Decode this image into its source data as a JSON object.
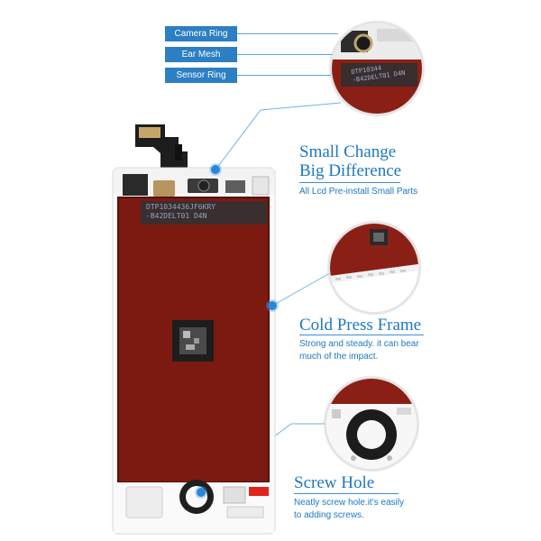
{
  "tags": [
    "Camera Ring",
    "Ear Mesh",
    "Sensor Ring"
  ],
  "features": [
    {
      "title_line1": "Small Change",
      "title_line2": "Big Difference",
      "desc": "All Lcd Pre-install Small Parts"
    },
    {
      "title": "Cold Press Frame",
      "desc_line1": "Strong and steady. it can bear",
      "desc_line2": "much of the impact."
    },
    {
      "title": "Screw Hole",
      "desc_line1": "Neatly screw hole.it's easily",
      "desc_line2": "to adding screws."
    }
  ],
  "lcd_label_line1": "DTP1034436JF6KRY",
  "lcd_label_line2": "-B42DELT01 D4N",
  "zoom_label_line1": "DTP10344",
  "zoom_label_line2": "-B42DELT01 D4N",
  "colors": {
    "accent": "#2c7fc2",
    "panel_red": "#7c1a12",
    "frame": "#ffffff"
  }
}
